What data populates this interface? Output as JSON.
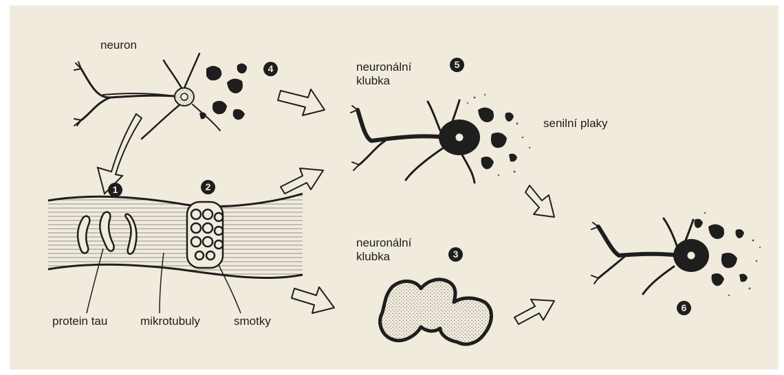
{
  "colors": {
    "paper": "#f1ebdd",
    "ink": "#1e1e1e",
    "frame": "#ffffff"
  },
  "labels": {
    "neuron": "neuron",
    "neuronal_tangles_top_line1": "neuronální",
    "neuronal_tangles_top_line2": "klubka",
    "senile_plaques": "senilní plaky",
    "neuronal_tangles_mid_line1": "neuronální",
    "neuronal_tangles_mid_line2": "klubka",
    "protein_tau": "protein tau",
    "microtubules": "mikrotubuly",
    "tangles": "smotky"
  },
  "markers": {
    "m1": "1",
    "m2": "2",
    "m3": "3",
    "m4": "4",
    "m5": "5",
    "m6": "6"
  },
  "icons": [
    "neuron-drawing",
    "hollow-arrow",
    "microtubule-strand",
    "tangle-clump"
  ]
}
